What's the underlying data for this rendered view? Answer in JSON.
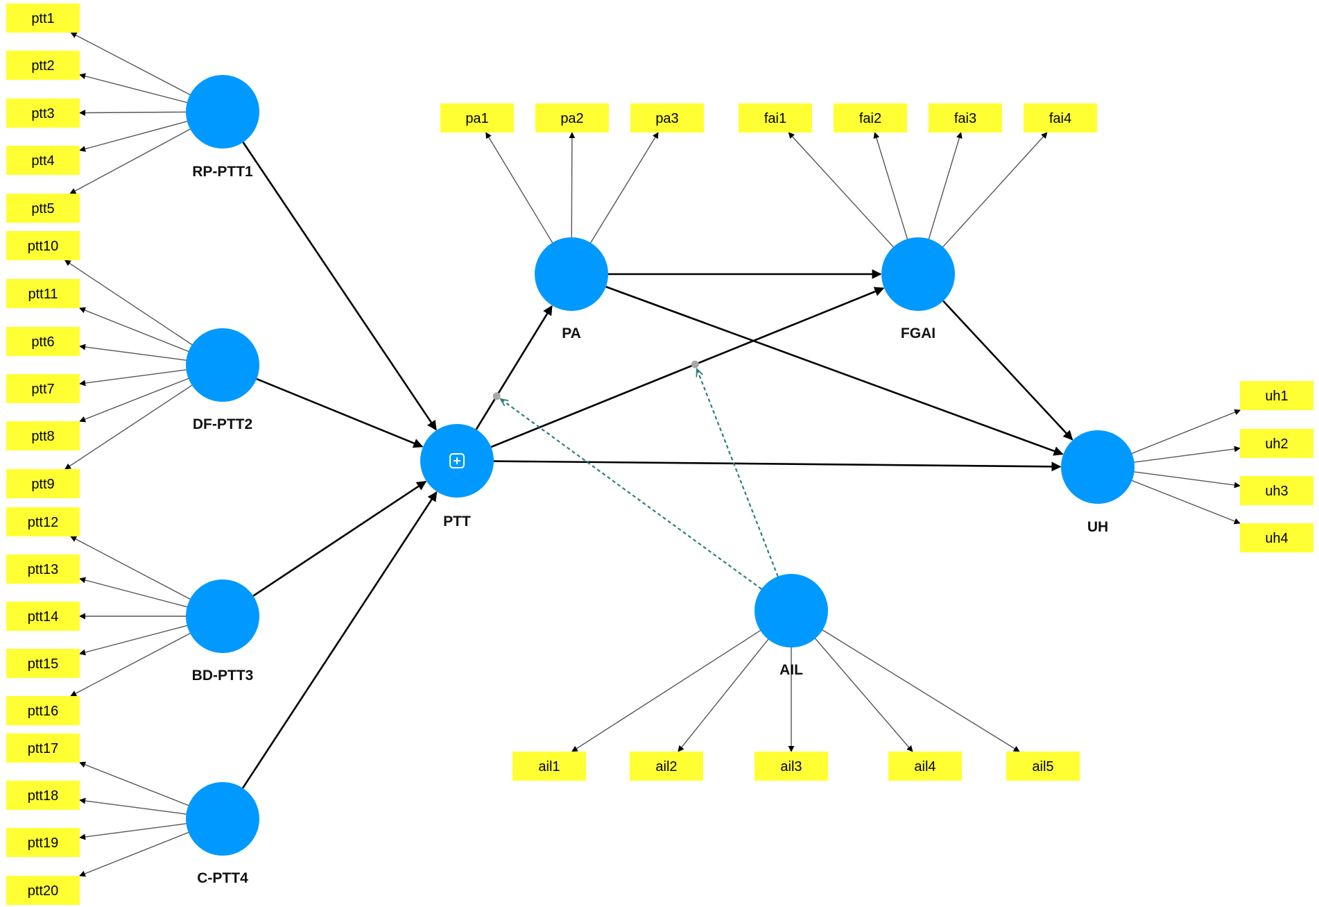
{
  "colors": {
    "latent": "#0099ff",
    "indicator": "#ffff33",
    "path": "#000000",
    "loading": "#555555",
    "moderator": "#2a7f7a",
    "moderator_dot": "#a8a8a8",
    "label": "#111111"
  },
  "icons": {
    "ptt_badge": "plus-square-icon"
  },
  "latents": [
    {
      "id": "RP-PTT1",
      "label": "RP-PTT1"
    },
    {
      "id": "DF-PTT2",
      "label": "DF-PTT2"
    },
    {
      "id": "BD-PTT3",
      "label": "BD-PTT3"
    },
    {
      "id": "C-PTT4",
      "label": "C-PTT4"
    },
    {
      "id": "PTT",
      "label": "PTT",
      "icon": "plus-square-icon"
    },
    {
      "id": "PA",
      "label": "PA"
    },
    {
      "id": "FGAI",
      "label": "FGAI"
    },
    {
      "id": "UH",
      "label": "UH"
    },
    {
      "id": "AIL",
      "label": "AIL"
    }
  ],
  "indicators": [
    {
      "label": "ptt1",
      "of": "RP-PTT1"
    },
    {
      "label": "ptt2",
      "of": "RP-PTT1"
    },
    {
      "label": "ptt3",
      "of": "RP-PTT1"
    },
    {
      "label": "ptt4",
      "of": "RP-PTT1"
    },
    {
      "label": "ptt5",
      "of": "RP-PTT1"
    },
    {
      "label": "ptt10",
      "of": "DF-PTT2"
    },
    {
      "label": "ptt11",
      "of": "DF-PTT2"
    },
    {
      "label": "ptt6",
      "of": "DF-PTT2"
    },
    {
      "label": "ptt7",
      "of": "DF-PTT2"
    },
    {
      "label": "ptt8",
      "of": "DF-PTT2"
    },
    {
      "label": "ptt9",
      "of": "DF-PTT2"
    },
    {
      "label": "ptt12",
      "of": "BD-PTT3"
    },
    {
      "label": "ptt13",
      "of": "BD-PTT3"
    },
    {
      "label": "ptt14",
      "of": "BD-PTT3"
    },
    {
      "label": "ptt15",
      "of": "BD-PTT3"
    },
    {
      "label": "ptt16",
      "of": "BD-PTT3"
    },
    {
      "label": "ptt17",
      "of": "C-PTT4"
    },
    {
      "label": "ptt18",
      "of": "C-PTT4"
    },
    {
      "label": "ptt19",
      "of": "C-PTT4"
    },
    {
      "label": "ptt20",
      "of": "C-PTT4"
    },
    {
      "label": "pa1",
      "of": "PA"
    },
    {
      "label": "pa2",
      "of": "PA"
    },
    {
      "label": "pa3",
      "of": "PA"
    },
    {
      "label": "fai1",
      "of": "FGAI"
    },
    {
      "label": "fai2",
      "of": "FGAI"
    },
    {
      "label": "fai3",
      "of": "FGAI"
    },
    {
      "label": "fai4",
      "of": "FGAI"
    },
    {
      "label": "uh1",
      "of": "UH"
    },
    {
      "label": "uh2",
      "of": "UH"
    },
    {
      "label": "uh3",
      "of": "UH"
    },
    {
      "label": "uh4",
      "of": "UH"
    },
    {
      "label": "ail1",
      "of": "AIL"
    },
    {
      "label": "ail2",
      "of": "AIL"
    },
    {
      "label": "ail3",
      "of": "AIL"
    },
    {
      "label": "ail4",
      "of": "AIL"
    },
    {
      "label": "ail5",
      "of": "AIL"
    }
  ],
  "paths": [
    {
      "from": "RP-PTT1",
      "to": "PTT"
    },
    {
      "from": "DF-PTT2",
      "to": "PTT"
    },
    {
      "from": "BD-PTT3",
      "to": "PTT"
    },
    {
      "from": "C-PTT4",
      "to": "PTT"
    },
    {
      "from": "PTT",
      "to": "PA"
    },
    {
      "from": "PTT",
      "to": "FGAI"
    },
    {
      "from": "PTT",
      "to": "UH"
    },
    {
      "from": "PA",
      "to": "FGAI"
    },
    {
      "from": "PA",
      "to": "UH"
    },
    {
      "from": "FGAI",
      "to": "UH"
    }
  ],
  "moderations": [
    {
      "moderator": "AIL",
      "on_path": "PTT->PA"
    },
    {
      "moderator": "AIL",
      "on_path": "PTT->FGAI"
    }
  ]
}
